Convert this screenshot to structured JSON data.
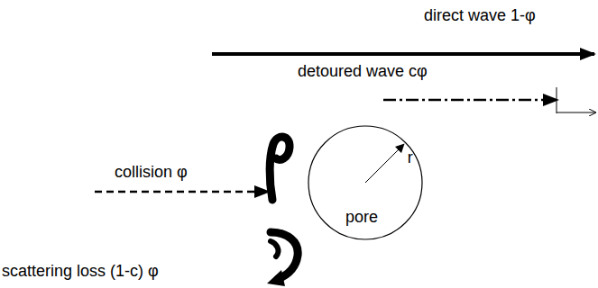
{
  "diagram": {
    "nodes": [
      {
        "text": [
          "r",
          "pore"
        ]
      }
    ],
    "labels": [
      "direct wave 1-φ",
      "detoured wave cφ",
      "collision φ",
      "scattering loss (1-c) φ"
    ]
  }
}
